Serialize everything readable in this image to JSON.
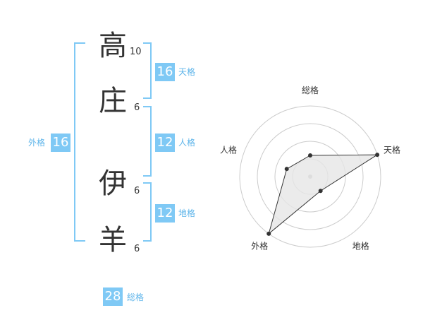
{
  "name": {
    "chars": [
      "高",
      "庄",
      "伊",
      "羊"
    ],
    "strokes": [
      "10",
      "6",
      "6",
      "6"
    ]
  },
  "scores": {
    "tenkaku": {
      "value": "16",
      "label": "天格"
    },
    "jinkaku": {
      "value": "12",
      "label": "人格"
    },
    "chikaku": {
      "value": "12",
      "label": "地格"
    },
    "gaikaku": {
      "value": "16",
      "label": "外格"
    },
    "soukaku": {
      "value": "28",
      "label": "総格"
    }
  },
  "chart_data": {
    "type": "radar",
    "axes": [
      "総格",
      "天格",
      "地格",
      "外格",
      "人格"
    ],
    "values": [
      0.3,
      1.0,
      0.25,
      1.0,
      0.35
    ],
    "rings": 4,
    "colors": {
      "fill": "#e6e6e6",
      "line": "#333333",
      "ring": "#cccccc"
    }
  }
}
